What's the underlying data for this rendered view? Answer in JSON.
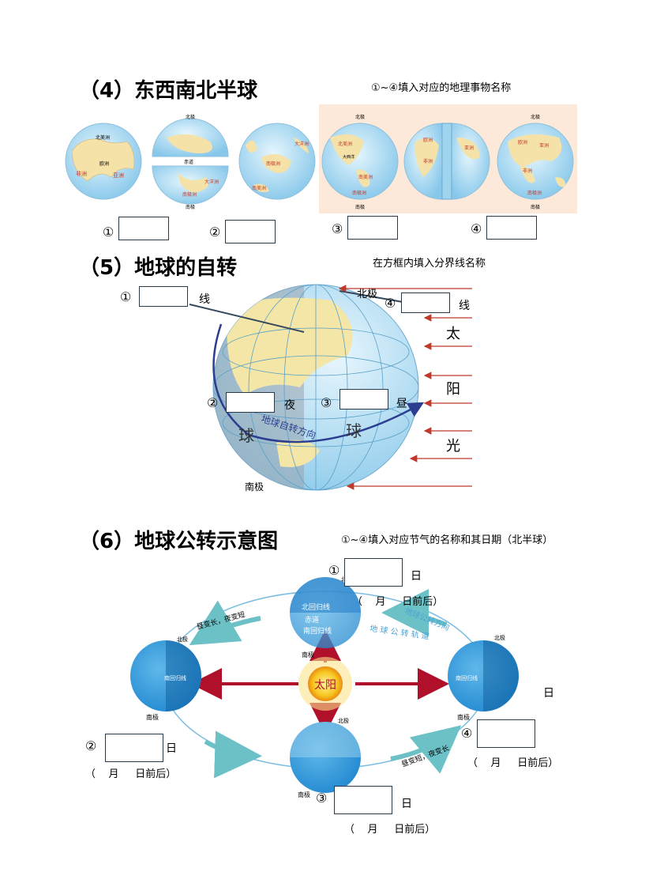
{
  "section4": {
    "title": "（4）东西南北半球",
    "instruction": "①~④填入对应的地理事物名称",
    "globe1": {
      "north_america": "北美洲",
      "asia": "亚洲",
      "africa": "非洲",
      "europe": "欧洲"
    },
    "globe2": {
      "north_pole": "北极",
      "equator": "赤道",
      "south_pole": "南极",
      "antarctica": "南极洲",
      "oceania": "大洋洲"
    },
    "globe3": {
      "south_america": "南美洲",
      "oceania": "大洋洲",
      "antarctica": "南极洲"
    },
    "globe4": {
      "north_pole": "北极",
      "north_america": "北美洲",
      "south_america": "南美洲",
      "antarctica": "南极洲",
      "south_pole": "南极",
      "sea": "大西洋"
    },
    "globe5": {
      "europe": "欧洲",
      "africa": "非洲",
      "asia": "亚洲"
    },
    "globe6": {
      "north_pole": "北极",
      "europe": "欧洲",
      "africa": "非洲",
      "asia": "亚洲",
      "antarctica": "南极洲",
      "south_pole": "南极"
    },
    "markers": [
      "①",
      "②",
      "③",
      "④"
    ]
  },
  "section5": {
    "title": "（5）地球的自转",
    "instruction": "在方框内填入分界线名称",
    "marker1": "①",
    "line1": "线",
    "marker4": "④",
    "line4": "线",
    "marker2": "②",
    "night": "夜",
    "marker3": "③",
    "day": "昼",
    "north_pole": "北极",
    "south_pole": "南极",
    "ball_left": "球",
    "ball_right": "球",
    "rotation_direction": "地球自转方向",
    "sunlight": [
      "太",
      "阳",
      "光"
    ]
  },
  "section6": {
    "title": "（6）地球公转示意图",
    "instruction": "①~④填入对应节气的名称和其日期（北半球）",
    "sun": "太阳",
    "marker1": "①",
    "marker2": "②",
    "marker3": "③",
    "marker4": "④",
    "day": "日",
    "date_hint": "（    月     日前后）",
    "north_pole": "北极",
    "south_pole": "南极",
    "tropic_cancer": "北回归线",
    "equator": "赤道",
    "tropic_capricorn": "南回归线",
    "orbit_direction": "地球公转方向",
    "orbit_track": "地 球 公 转 轨 道",
    "days_longer": "昼变长，夜变短",
    "days_shorter": "昼变短，夜变长",
    "left_earth_label": "南回归线",
    "right_earth_label": "南回归线"
  }
}
